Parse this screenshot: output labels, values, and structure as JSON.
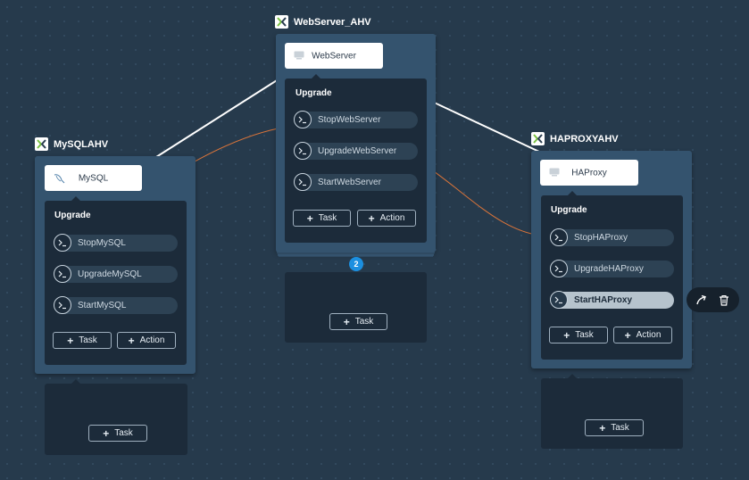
{
  "services": {
    "webserver": {
      "title": "WebServer_AHV",
      "substrate": "WebServer",
      "action": "Upgrade",
      "tasks": [
        "StopWebServer",
        "UpgradeWebServer",
        "StartWebServer"
      ],
      "task_button": "Task",
      "action_button": "Action",
      "replica_count": "2",
      "empty_task_button": "Task"
    },
    "mysql": {
      "title": "MySQLAHV",
      "substrate": "MySQL",
      "action": "Upgrade",
      "tasks": [
        "StopMySQL",
        "UpgradeMySQL",
        "StartMySQL"
      ],
      "task_button": "Task",
      "action_button": "Action",
      "empty_task_button": "Task"
    },
    "haproxy": {
      "title": "HAPROXYAHV",
      "substrate": "HAProxy",
      "action": "Upgrade",
      "tasks": [
        "StopHAProxy",
        "UpgradeHAProxy",
        "StartHAProxy"
      ],
      "selected_task": "StartHAProxy",
      "task_button": "Task",
      "action_button": "Action",
      "empty_task_button": "Task"
    }
  },
  "colors": {
    "canvas": "#263a4c",
    "panel": "#34536e",
    "action_box": "#1c2b3a",
    "dependency_arrow": "#ffffff",
    "task_flow": "#d9743a",
    "badge": "#1b8fe0",
    "nutanix_green": "#7bc143"
  },
  "toolbar": {
    "icons": [
      "edit-connector-icon",
      "trash-icon"
    ]
  }
}
